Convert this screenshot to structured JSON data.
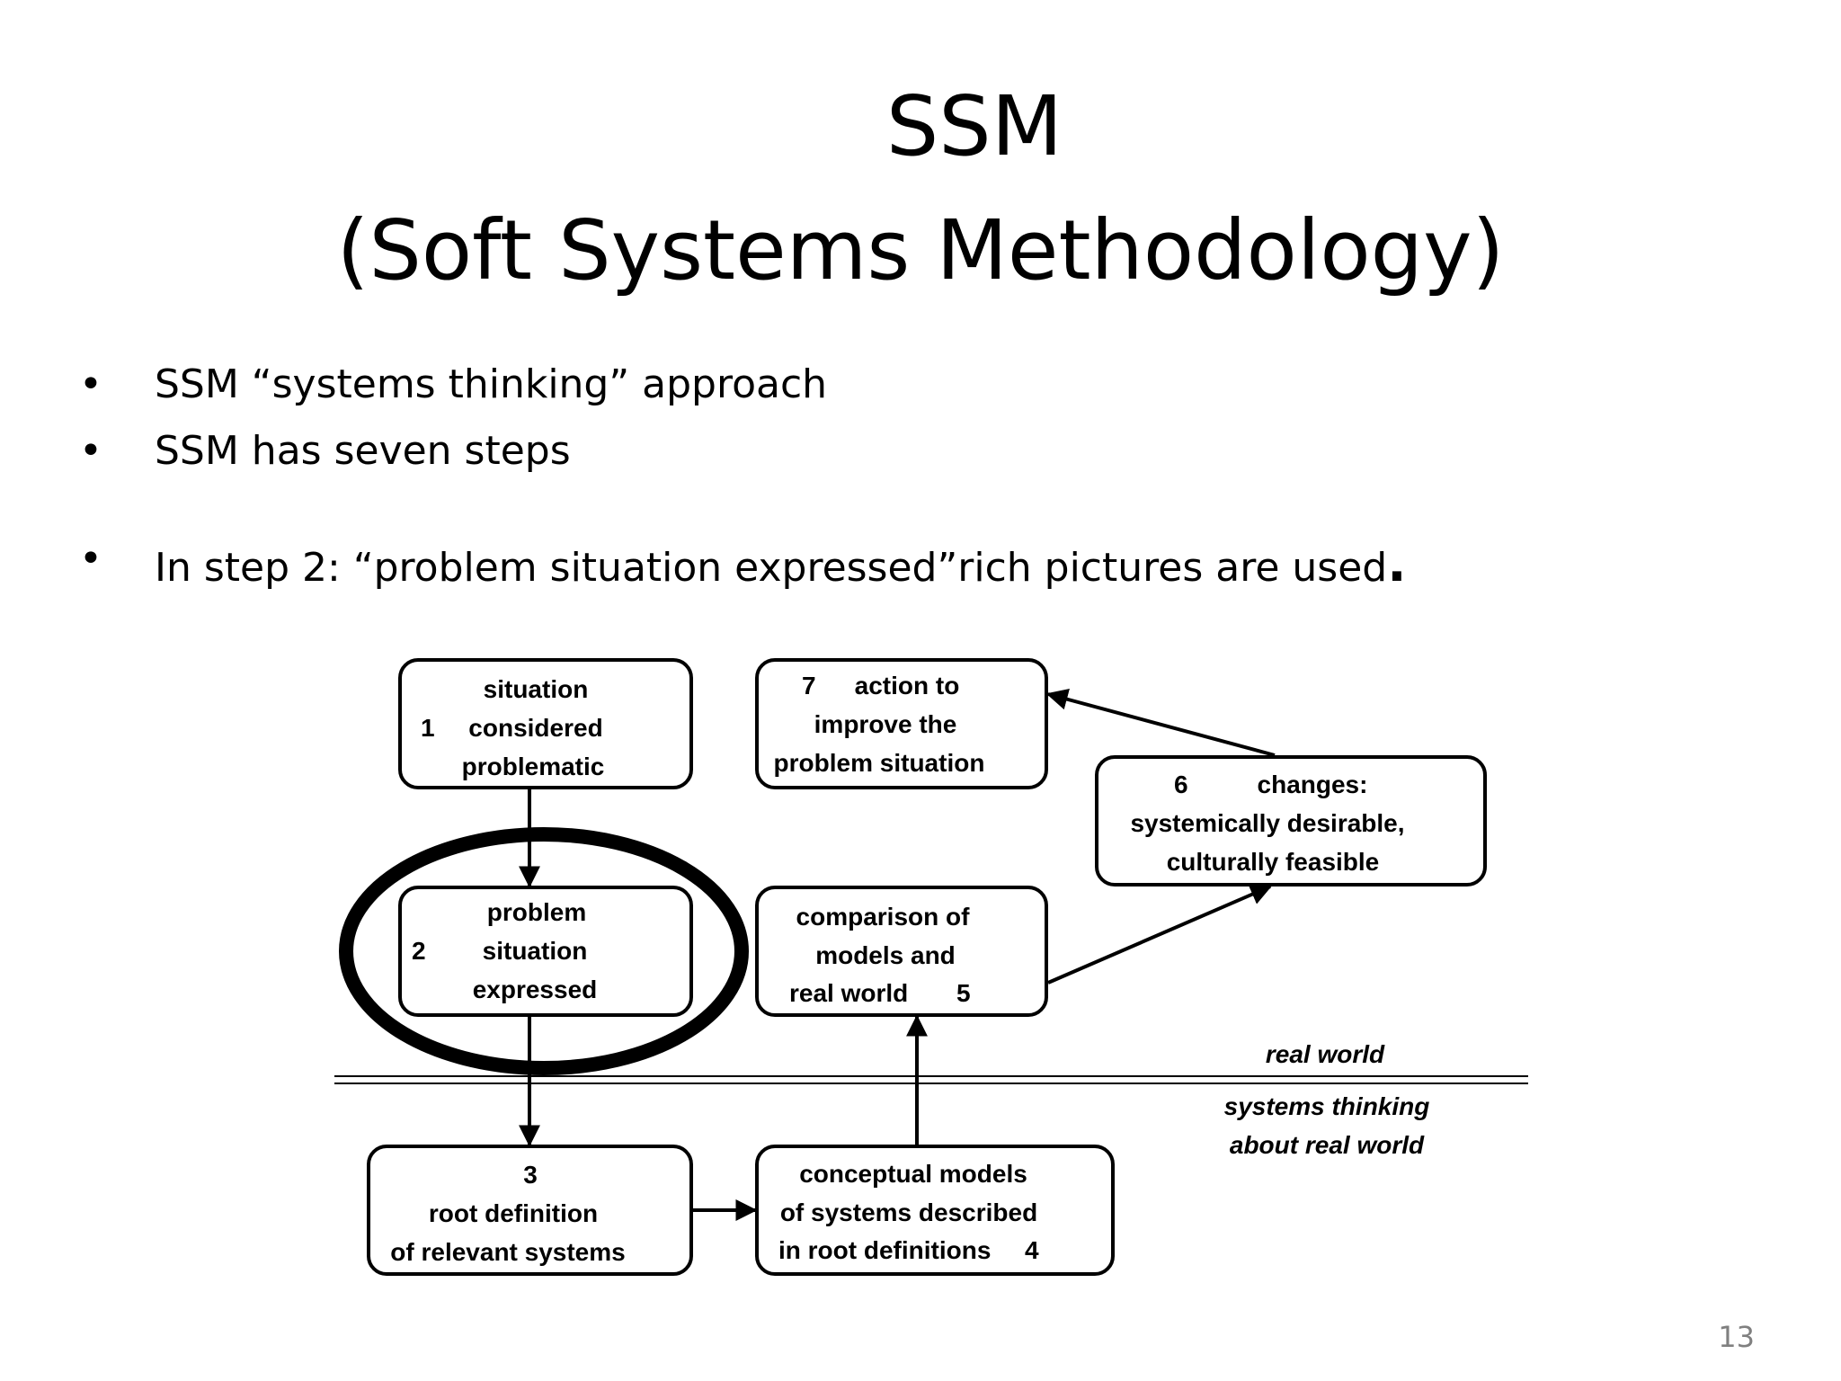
{
  "slide": {
    "title_line1": "SSM",
    "title_line2": "(Soft Systems Methodology)",
    "bullets": [
      "SSM “systems thinking” approach",
      "SSM has seven steps",
      "In step 2: “problem situation expressed”rich pictures are used"
    ],
    "bullet_marker": "•",
    "bullet3_terminal": ".",
    "page_number": "13"
  },
  "diagram": {
    "steps": [
      {
        "number": "1",
        "lines": [
          "situation",
          "considered",
          "problematic"
        ]
      },
      {
        "number": "2",
        "lines": [
          "problem",
          "situation",
          "expressed"
        ],
        "highlighted": true
      },
      {
        "number": "3",
        "lines": [
          "root definition",
          "of relevant systems"
        ]
      },
      {
        "number": "4",
        "lines": [
          "conceptual models",
          "of systems described",
          "in root definitions"
        ]
      },
      {
        "number": "5",
        "lines": [
          "comparison of",
          "models and",
          "real world"
        ]
      },
      {
        "number": "6",
        "lines": [
          "changes:",
          "systemically desirable,",
          "culturally feasible"
        ]
      },
      {
        "number": "7",
        "lines": [
          "action to",
          "improve the",
          "problem situation"
        ]
      }
    ],
    "divider_labels": {
      "above": "real world",
      "below_line1": "systems thinking",
      "below_line2": "about real world"
    },
    "flow": [
      "1→2",
      "2→3",
      "3→4",
      "4→5",
      "5→6",
      "6→7"
    ]
  }
}
